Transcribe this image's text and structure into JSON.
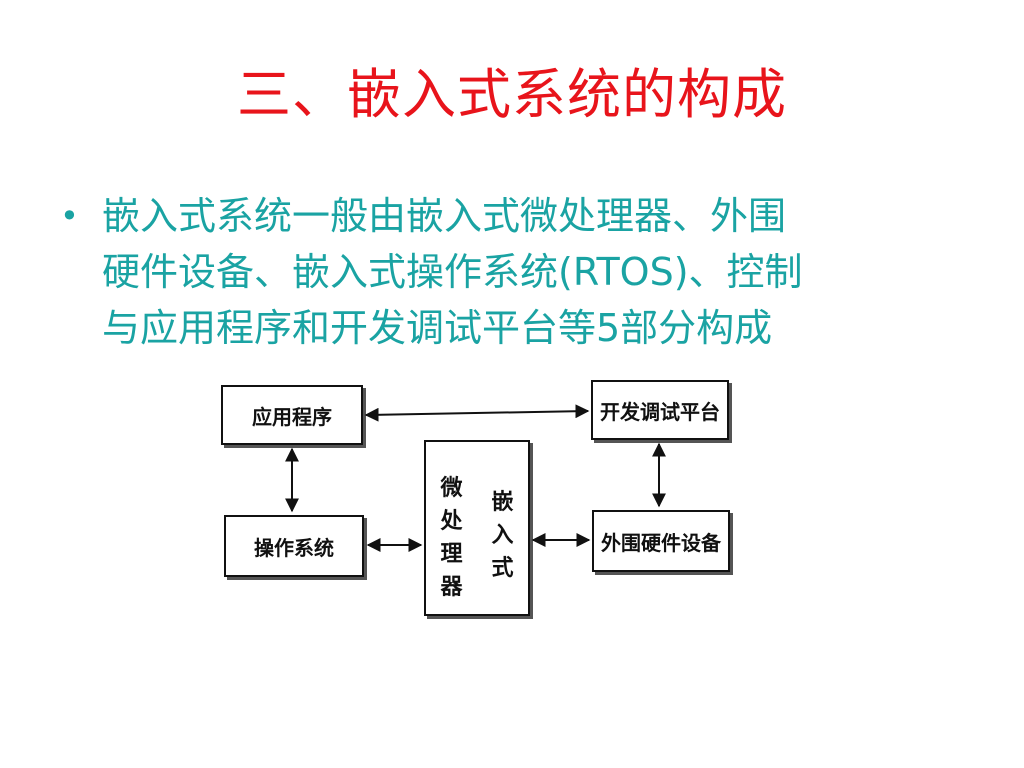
{
  "slide": {
    "title": "三、嵌入式系统的构成",
    "bullet": {
      "line1": "嵌入式系统一般由嵌入式微处理器、外围",
      "line2": "硬件设备、嵌入式操作系统(RTOS)、控制",
      "line3": "与应用程序和开发调试平台等5部分构成"
    }
  },
  "diagram": {
    "app": "应用程序",
    "os": "操作系统",
    "dev_platform": "开发调试平台",
    "peripherals": "外围硬件设备",
    "cpu_left_chars": [
      "微",
      "处",
      "理",
      "器"
    ],
    "cpu_right_chars": [
      "嵌",
      "入",
      "式"
    ]
  },
  "colors": {
    "title": "#e8141b",
    "bullet_text": "#1aa3a3",
    "diagram_line": "#111111"
  }
}
